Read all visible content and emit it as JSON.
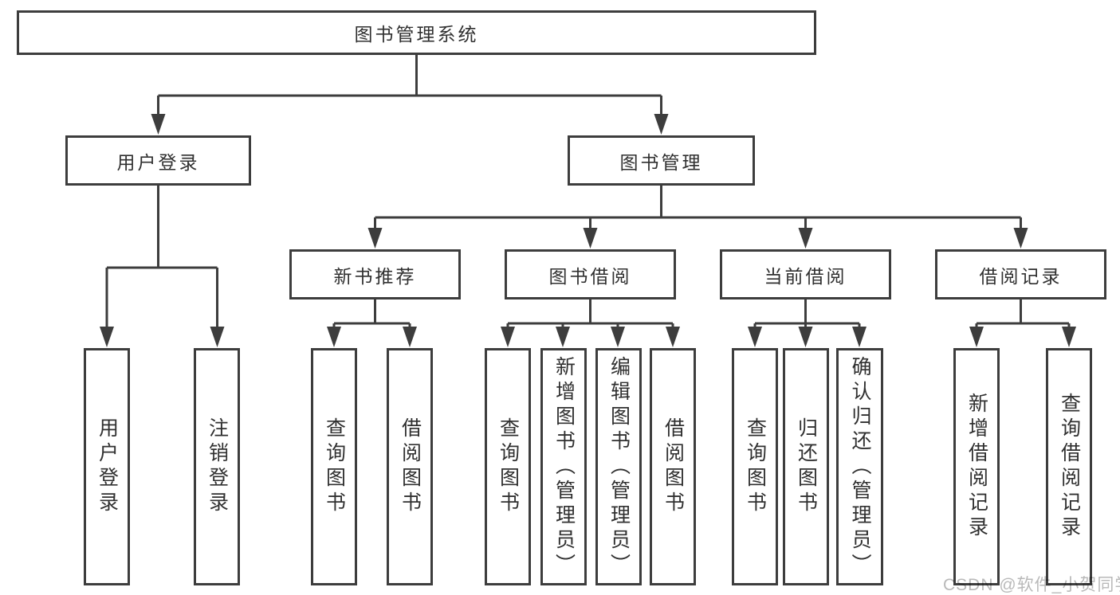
{
  "nodes": {
    "root": "图书管理系统",
    "level2": [
      "用户登录",
      "图书管理"
    ],
    "level3": [
      "新书推荐",
      "图书借阅",
      "当前借阅",
      "借阅记录"
    ],
    "leaves_user_login": [
      "用户登录",
      "注销登录"
    ],
    "leaves_new_book": [
      "查询图书",
      "借阅图书"
    ],
    "leaves_book_borrow": [
      "查询图书",
      "新增图书（管理员）",
      "编辑图书（管理员）",
      "借阅图书"
    ],
    "leaves_current_borrow": [
      "查询图书",
      "归还图书",
      "确认归还（管理员）"
    ],
    "leaves_borrow_record": [
      "新增借阅记录",
      "查询借阅记录"
    ]
  },
  "watermark": "CSDN @软件_小贺同学",
  "colors": {
    "line": "#3d3d3d",
    "text": "#303030",
    "box_background": "#ffffff",
    "watermark": "#b9b9b9"
  }
}
